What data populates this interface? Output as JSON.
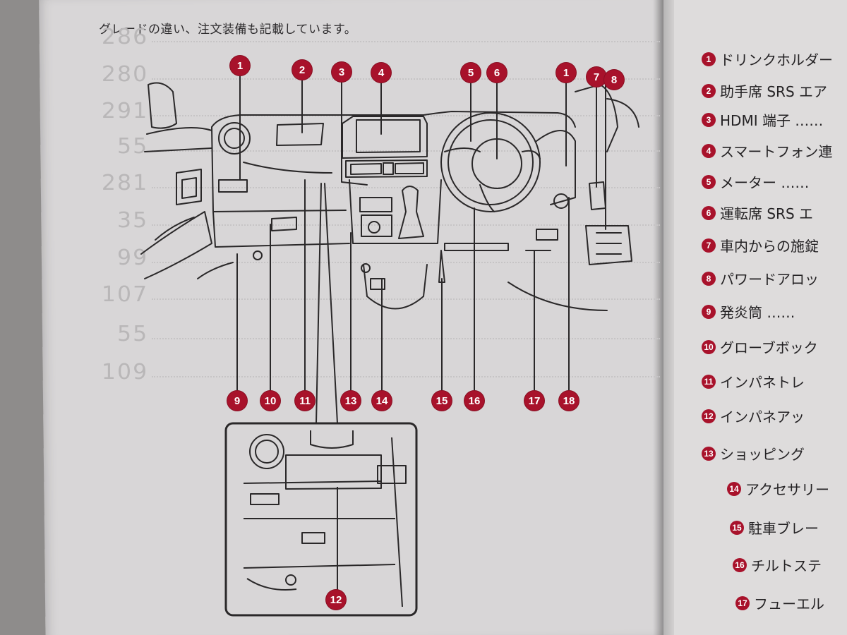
{
  "header": {
    "text": "グレードの違い、注文装備も記載しています。"
  },
  "ghost_page_numbers": [
    "286",
    "280",
    "291",
    "55",
    "281",
    "35",
    "99",
    "107",
    "55",
    "109"
  ],
  "diagram_callouts": {
    "top": [
      "1",
      "2",
      "3",
      "4",
      "5",
      "6",
      "1",
      "7",
      "8"
    ],
    "bottom": [
      "9",
      "10",
      "11",
      "13",
      "14",
      "15",
      "16",
      "17",
      "18"
    ],
    "inset": "12"
  },
  "legend": [
    {
      "num": "1",
      "label": "ドリンクホルダー"
    },
    {
      "num": "2",
      "label": "助手席 SRS エア"
    },
    {
      "num": "3",
      "label": "HDMI 端子 ……"
    },
    {
      "num": "4",
      "label": "スマートフォン連"
    },
    {
      "num": "5",
      "label": "メーター ……"
    },
    {
      "num": "6",
      "label": "運転席 SRS エ"
    },
    {
      "num": "7",
      "label": "車内からの施錠"
    },
    {
      "num": "8",
      "label": "パワードアロッ"
    },
    {
      "num": "9",
      "label": "発炎筒 ……"
    },
    {
      "num": "10",
      "label": "グローブボック"
    },
    {
      "num": "11",
      "label": "インパネトレ"
    },
    {
      "num": "12",
      "label": "インパネアッ"
    },
    {
      "num": "13",
      "label": "ショッピング"
    },
    {
      "num": "14",
      "label": "アクセサリー"
    },
    {
      "num": "15",
      "label": "駐車ブレー"
    },
    {
      "num": "16",
      "label": "チルトステ"
    },
    {
      "num": "17",
      "label": "フューエル"
    }
  ],
  "colors": {
    "callout_red": "#a8122b",
    "paper": "#d8d6d7",
    "line_art": "#2a2829"
  }
}
